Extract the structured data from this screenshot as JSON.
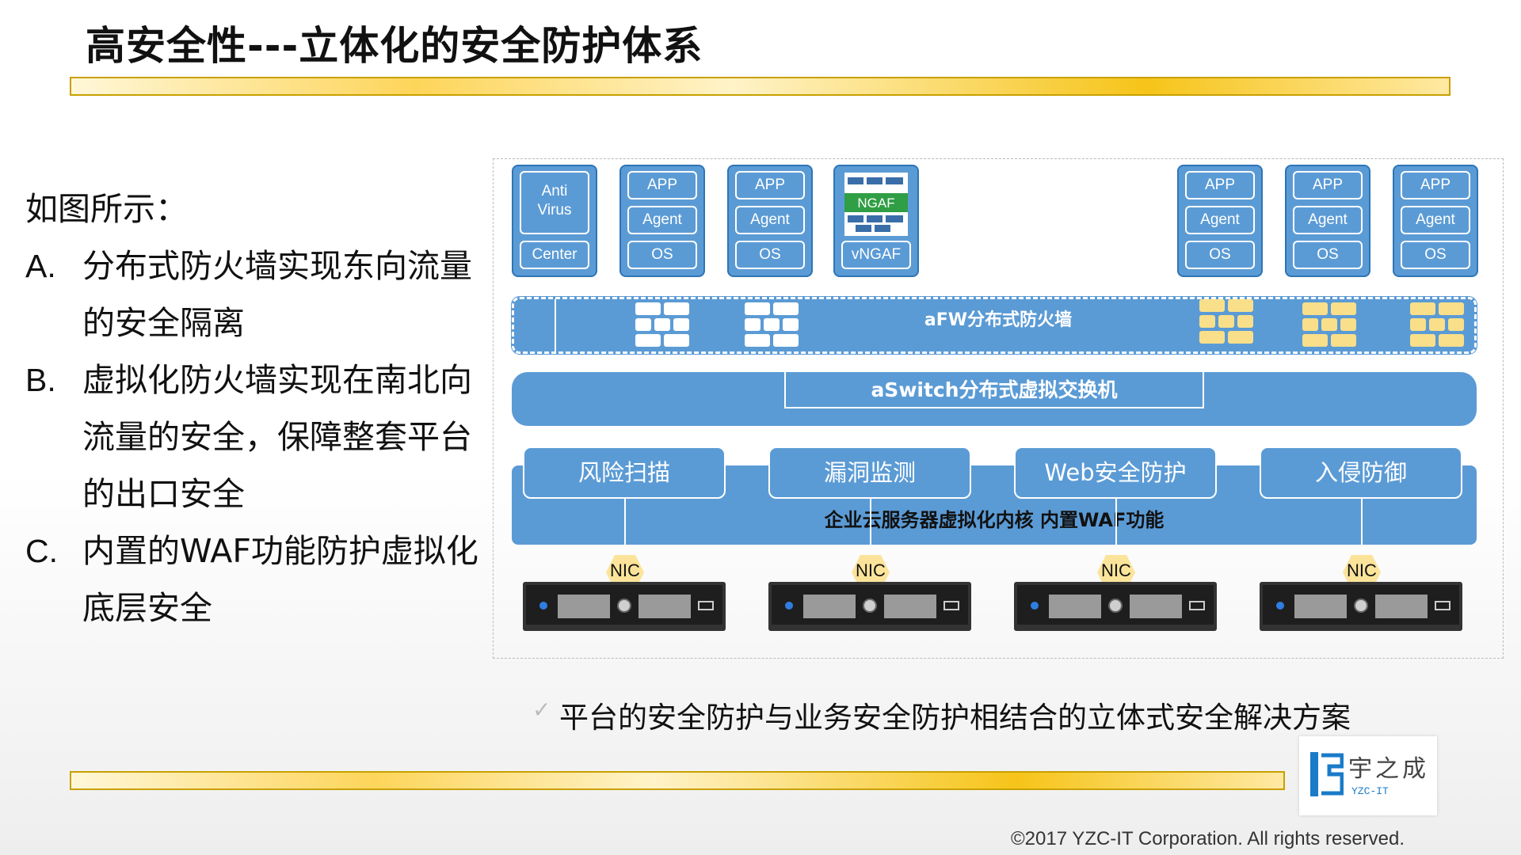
{
  "title": "高安全性---立体化的安全防护体系",
  "left": {
    "intro": "如图所示：",
    "items": [
      {
        "letter": "A.",
        "lines": [
          "分布式防火墙实现东向流量",
          "的安全隔离"
        ]
      },
      {
        "letter": "B.",
        "lines": [
          "虚拟化防火墙实现在南北向",
          "流量的安全，保障整套平台",
          "的出口安全"
        ]
      },
      {
        "letter": "C.",
        "lines": [
          "内置的WAF功能防护虚拟化",
          "底层安全"
        ]
      }
    ]
  },
  "diagram": {
    "antivirus": {
      "top": "Anti\nVirus",
      "bottom": "Center"
    },
    "vm_app": "APP",
    "vm_agent": "Agent",
    "vm_os": "OS",
    "ngaf_icon_label": "NGAF",
    "vngaf": "vNGAF",
    "afw_label": "aFW分布式防火墙",
    "aswitch_label": "aSwitch分布式虚拟交换机",
    "services": [
      "风险扫描",
      "漏洞监测",
      "Web安全防护",
      "入侵防御"
    ],
    "kernel_label": "企业云服务器虚拟化内核  内置WAF功能",
    "nic": "NIC"
  },
  "footer": {
    "summary": "平台的安全防护与业务安全防护相结合的立体式安全解决方案",
    "logo_cn": "宇之成",
    "logo_en": "YZC-IT",
    "copyright": "©2017 YZC-IT Corporation. All rights reserved."
  },
  "colors": {
    "accent_blue": "#5b9bd5",
    "gold": "#f6c419",
    "brick_yellow": "#f9df8a"
  }
}
